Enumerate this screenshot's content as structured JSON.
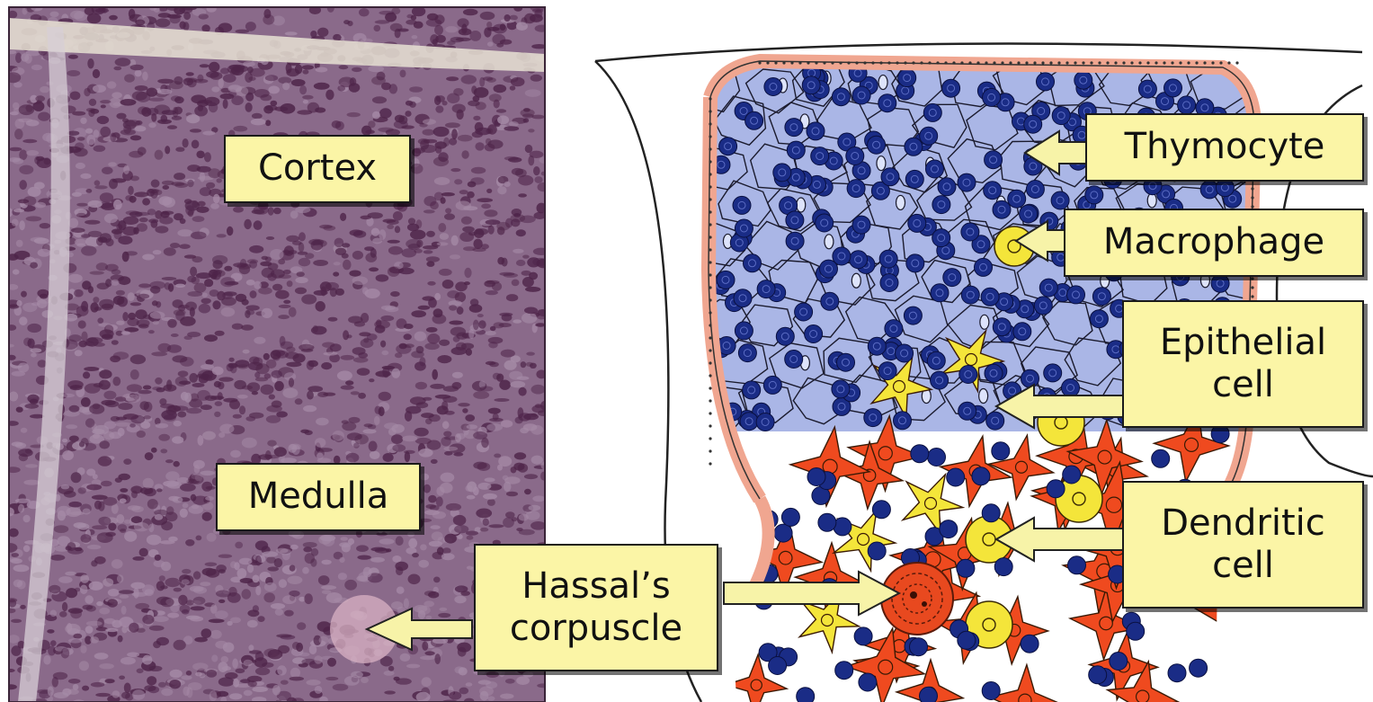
{
  "labels": {
    "cortex": "Cortex",
    "medulla": "Medulla",
    "hassals_corpuscle": "Hassal’s\ncorpuscle",
    "thymocyte": "Thymocyte",
    "macrophage": "Macrophage",
    "epithelial_cell": "Epithelial\ncell",
    "dendritic_cell": "Dendritic\ncell"
  },
  "colors": {
    "label_fill": "#fbf5a6",
    "arrow_fill": "#f7f3a8",
    "micrograph_dark": "#4e2449",
    "micrograph_light": "#a58aa6",
    "cortex_fill": "#9fabe0",
    "thymocyte": "#1a2c86",
    "epithelial": "#ef4a1f",
    "macrophage": "#f4e53a",
    "capsule": "#f0a690"
  }
}
